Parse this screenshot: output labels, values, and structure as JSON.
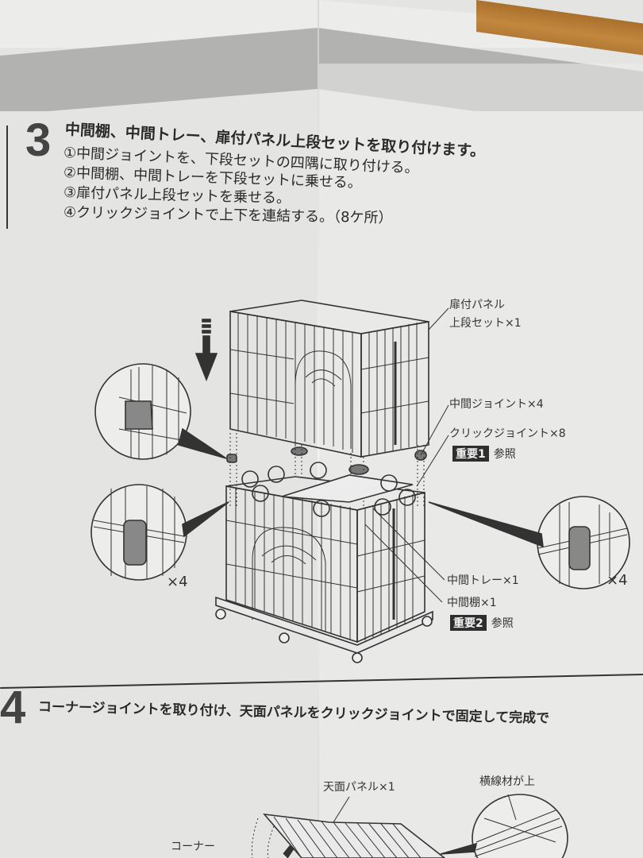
{
  "document": {
    "type": "assembly-instructions",
    "language": "ja"
  },
  "step3": {
    "number": "3",
    "heading": "中間棚、中間トレー、扉付パネル上段セットを取り付けます。",
    "substeps": [
      "①中間ジョイントを、下段セットの四隅に取り付ける。",
      "②中間棚、中間トレーを下段セットに乗せる。",
      "③扉付パネル上段セットを乗せる。",
      "④クリックジョイントで上下を連結する。（8ケ所）"
    ],
    "callouts": {
      "upper_panel_line1": "扉付パネル",
      "upper_panel_line2": "上段セット×1",
      "middle_joint": "中間ジョイント×4",
      "click_joint": "クリックジョイント×8",
      "important1_badge": "重要1",
      "important1_ref": "参照",
      "middle_tray": "中間トレー×1",
      "middle_shelf": "中間棚×1",
      "important2_badge": "重要2",
      "important2_ref": "参照",
      "detail_left_count": "×4",
      "detail_right_count": "×4"
    }
  },
  "step4": {
    "number": "4",
    "heading": "コーナージョイントを取り付け、天面パネルをクリックジョイントで固定して完成で",
    "callouts": {
      "top_panel": "天面パネル×1",
      "horizontal_wire_up": "横線材が上",
      "corner": "コーナー"
    }
  },
  "colors": {
    "paper": "#e4e4e2",
    "header_band": "#b2b2b0",
    "ink": "#2a2a2a",
    "wood": "#b27a35",
    "badge_bg": "#2e2e2e"
  }
}
